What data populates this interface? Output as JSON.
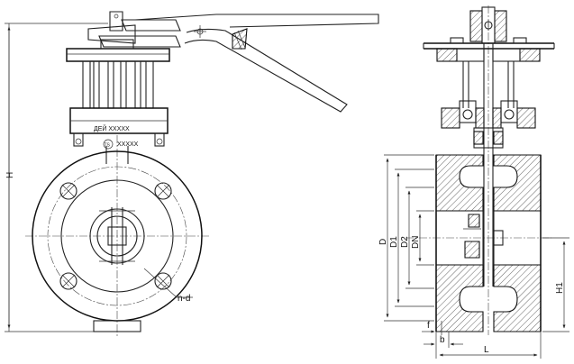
{
  "labels": {
    "H": "H",
    "D": "D",
    "D1": "D1",
    "D2": "D2",
    "DN": "DN",
    "H1": "H1",
    "L": "L",
    "b": "b",
    "f": "f",
    "nd": "n-d",
    "ts": "TS",
    "plate_text": "ДЕЙ  ХХХХХ",
    "plate_code": "ХХХХХ"
  }
}
